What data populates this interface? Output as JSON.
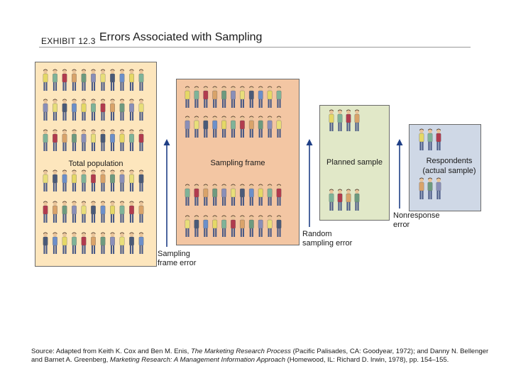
{
  "header": {
    "exhibit_label": "EXHIBIT 12.3",
    "title": "Errors Associated with Sampling"
  },
  "panels": {
    "population": {
      "label": "Total population",
      "fill": "#fde6bd"
    },
    "sampling_frame": {
      "label": "Sampling frame",
      "fill": "#f3c6a3"
    },
    "planned_sample": {
      "label": "Planned sample",
      "fill": "#e1e8c8"
    },
    "respondents": {
      "label_line1": "Respondents",
      "label_line2": "(actual sample)",
      "fill": "#cfd8e6"
    }
  },
  "errors": {
    "sampling_frame_error": {
      "line1": "Sampling",
      "line2": "frame error"
    },
    "random_sampling_error": {
      "line1": "Random",
      "line2": "sampling error"
    },
    "nonresponse_error": {
      "line1": "Nonresponse",
      "line2": "error"
    }
  },
  "colors": {
    "arrow": "#1f3f86",
    "figure_palette": [
      "#e5d866",
      "#6c8fc9",
      "#7fb398",
      "#d9a36a",
      "#b13b4e",
      "#6e9a7f",
      "#e8de7a",
      "#8a8fb8",
      "#4a5a78"
    ],
    "skin": "#e9c49a",
    "hair": "#3b2a1e",
    "legs": "#4a5a85"
  },
  "source": {
    "prefix": "Source: Adapted from Keith K. Cox and Ben M. Enis, ",
    "book1": "The Marketing Research Process",
    "mid": " (Pacific Palisades, CA: Goodyear, 1972); and Danny N. Bellenger and Barnet A. Greenberg, ",
    "book2": "Marketing Research: A Management Information Approach",
    "suffix": " (Homewood, IL: Richard D. Irwin, 1978), pp. 154–155."
  }
}
